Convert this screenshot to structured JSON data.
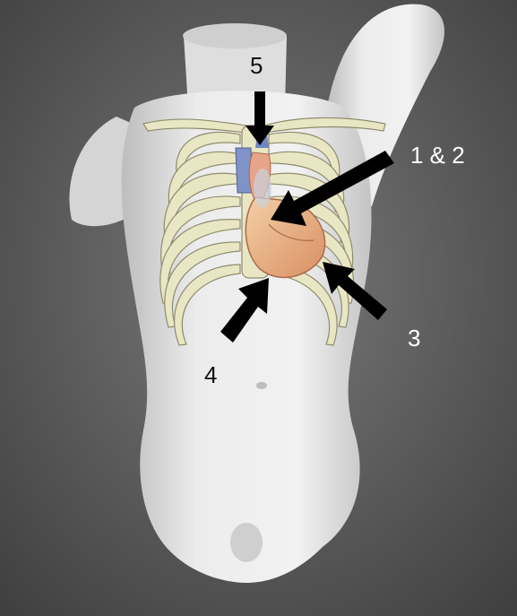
{
  "figure": {
    "description_icon": "statue-torso-with-rib-cage-and-heart",
    "labels": {
      "label_5": "5",
      "label_1_2": "1 & 2",
      "label_3": "3",
      "label_4": "4"
    },
    "colors": {
      "background": "#5a5a5a",
      "statue": "#e6e6e6",
      "bone": "#e9e6c4",
      "heart": "#e8b88c",
      "heart_dark": "#c9845a",
      "vessel_blue": "#6e86c4",
      "arrow": "#000000",
      "label_light": "#ffffff",
      "label_dark": "#111111"
    }
  }
}
